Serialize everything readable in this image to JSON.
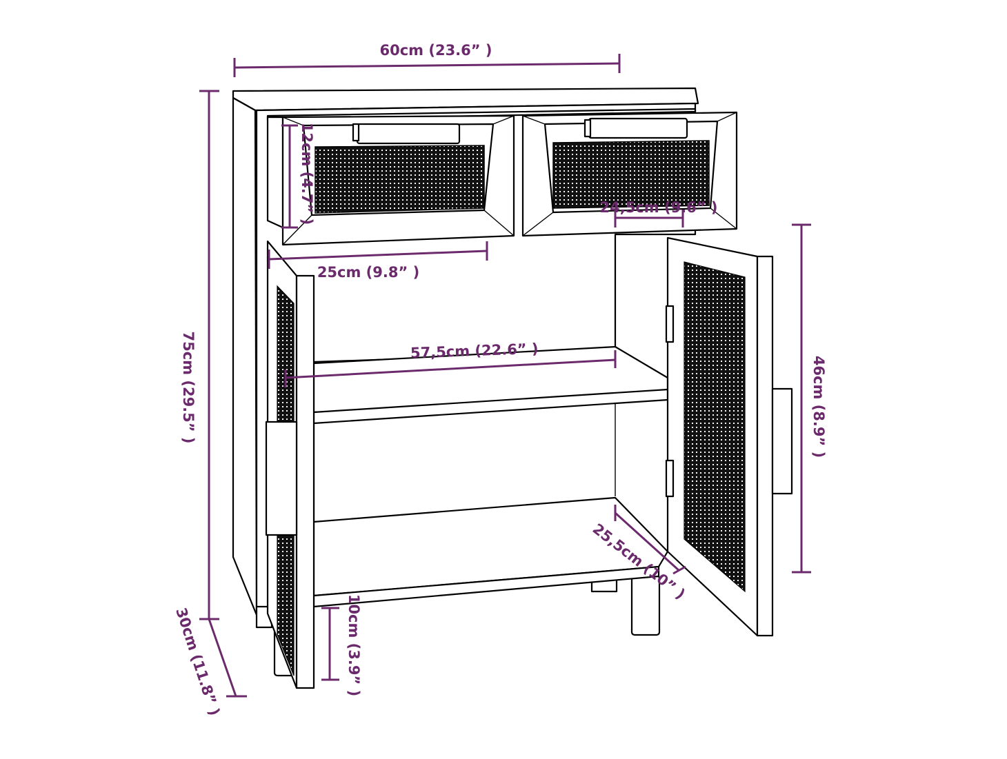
{
  "colors": {
    "dimension": "#6b2a6b",
    "outline": "#000000",
    "mesh": "#111111",
    "background": "#ffffff"
  },
  "dimensions": {
    "width": "60cm (23.6” )",
    "height": "75cm (29.5” )",
    "depth": "30cm (11.8” )",
    "drawer_height": "12cm (4.7” )",
    "drawer_depth": "24,5cm (9.6” )",
    "drawer_width": "25cm (9.8” )",
    "inner_width": "57,5cm (22.6” )",
    "door_height": "46cm (8.9” )",
    "shelf_depth": "25,5cm (10” )",
    "leg_height": "10cm (3.9” )"
  }
}
